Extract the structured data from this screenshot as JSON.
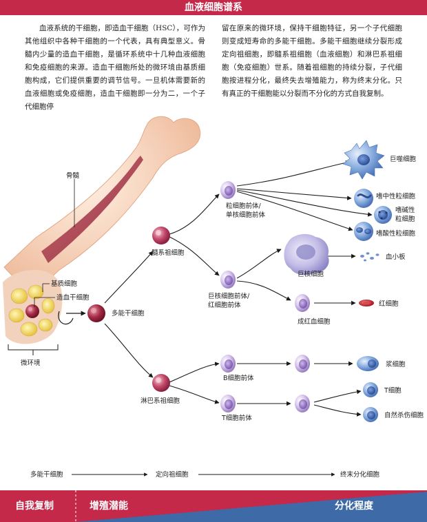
{
  "page": {
    "title": "血液细胞谱系",
    "intro_left": "血液系统的干细胞，即造血干细胞（HSC），可作为其他组织中各种干细胞的一个代表，具有典型意义。骨髓内少量的造血干细胞，是循环系统中十几种血液细胞和免疫细胞的来源。造血干细胞所处的微环境由基质细胞构成，它们提供重要的调节信号。一旦机体需要新的血液细胞或免疫细胞，造血干细胞即一分为二，一个子代细胞停",
    "intro_right": "留在原来的微环境，保持干细胞特征，另一个子代细胞则变成短寿命的多能干细胞。多能干细胞继续分裂形成定向祖细胞，即髓系祖细胞（血液细胞）和淋巴系祖细胞（免疫细胞）世系。随着祖细胞的持续分裂，子代细胞按进程分化，最终失去增殖能力，称为终末分化。只有真正的干细胞能以分裂而不分化的方式自我复制。"
  },
  "diagram": {
    "labels": {
      "bone_marrow": "骨髓",
      "stromal_cell": "基质细胞",
      "hsc": "造血干细胞",
      "microenvironment": "微环境",
      "multipotent": "多能干细胞",
      "myeloid_progenitor": "髓系祖细胞",
      "lymphoid_progenitor": "淋巴系祖细胞",
      "granulocyte_monocyte_l1": "粒细胞前体/",
      "granulocyte_monocyte_l2": "单核细胞前体",
      "mega_erythro_l1": "巨核细胞前体/",
      "mega_erythro_l2": "红细胞前体",
      "b_precursor": "B细胞前体",
      "t_precursor": "T细胞前体",
      "macrophage": "巨噬细胞",
      "neutrophil": "嗜中性粒细胞",
      "basophil_l1": "嗜碱性",
      "basophil_l2": "粒细胞",
      "eosinophil": "嗜酸性粒细胞",
      "megakaryocyte": "巨核细胞",
      "platelet": "血小板",
      "erythroblast": "成红血细胞",
      "red_blood_cell": "红细胞",
      "plasma_cell": "浆细胞",
      "t_cell": "T细胞",
      "nk_cell": "自然杀伤细胞"
    },
    "progression": {
      "stage1": "多能干细胞",
      "stage2": "定向祖细胞",
      "stage3": "终末分化细胞"
    }
  },
  "bottom_bar": {
    "self_renewal": "自我复制",
    "proliferation": "增殖潜能",
    "differentiation": "分化程度"
  },
  "colors": {
    "accent": "#c4294a",
    "bone": "#f6dcc4",
    "marrow": "#a83c4e",
    "myeloid_cell": "#c44a6a",
    "lymphoid_cell": "#b8a0d8",
    "mature_cell": "#5f86c8",
    "rbc": "#b8202e",
    "bottom_blue": "#3e6aa8"
  }
}
